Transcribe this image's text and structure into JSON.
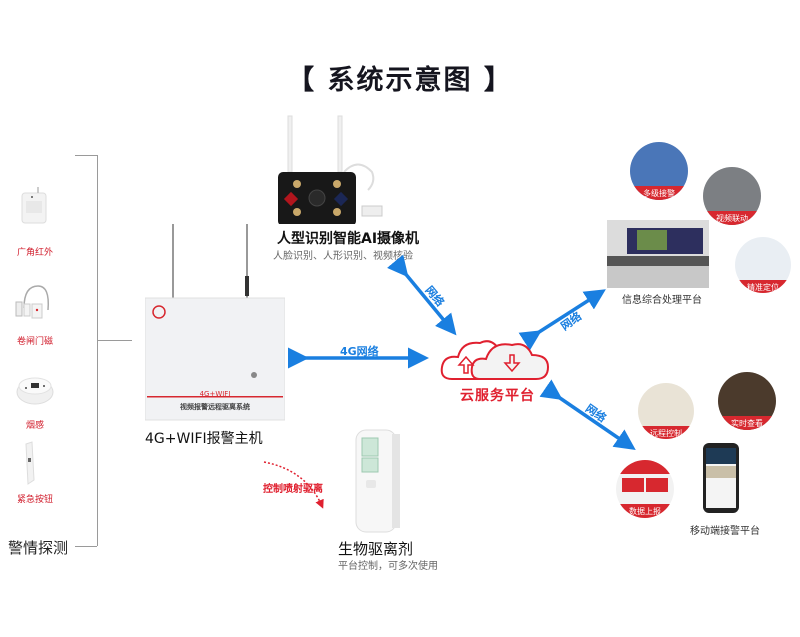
{
  "title": "【 系统示意图 】",
  "detectors": {
    "group_label": "警情探测",
    "items": [
      {
        "label": "广角红外",
        "icon": "pir-sensor-icon"
      },
      {
        "label": "卷闸门磁",
        "icon": "door-magnet-icon"
      },
      {
        "label": "烟感",
        "icon": "smoke-detector-icon"
      },
      {
        "label": "紧急按钮",
        "icon": "panic-button-icon"
      }
    ]
  },
  "host": {
    "label": "4G+WIFI报警主机",
    "panel_badge": "4G+WIFI",
    "panel_text": "视频报警远程驱离系统"
  },
  "camera": {
    "title": "人型识别智能AI摄像机",
    "subtitle": "人脸识别、人形识别、视频核验"
  },
  "links": {
    "host_cloud": "4G网络",
    "camera_cloud": "网络",
    "cloud_platform": "网络",
    "cloud_mobile": "网络",
    "spray_control": "控制喷射驱离"
  },
  "cloud": {
    "label": "云服务平台",
    "accent": "#e0202f"
  },
  "repellent": {
    "title": "生物驱离剂",
    "subtitle": "平台控制，可多次使用"
  },
  "platform": {
    "label": "信息综合处理平台",
    "features": [
      "多级接警",
      "视频联动",
      "精准定位"
    ]
  },
  "mobile": {
    "label": "移动端接警平台",
    "features": [
      "远程控制",
      "实时查看",
      "数据上报"
    ]
  },
  "colors": {
    "network_blue": "#1a7fe0",
    "alert_red": "#d7282f"
  }
}
